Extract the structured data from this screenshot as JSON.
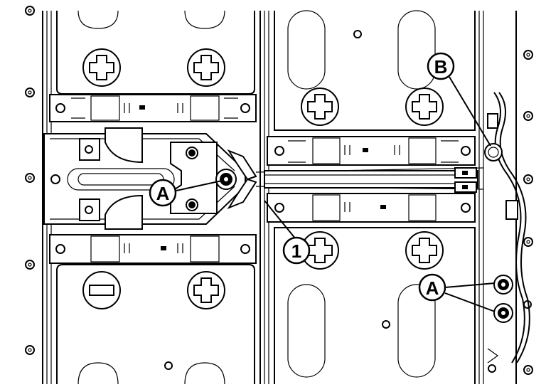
{
  "callouts": {
    "a_center": "A",
    "b_top_right": "B",
    "one": "1",
    "a_lower_right": "A"
  },
  "terminal_symbols": {
    "plus": "+",
    "minus": "−"
  }
}
